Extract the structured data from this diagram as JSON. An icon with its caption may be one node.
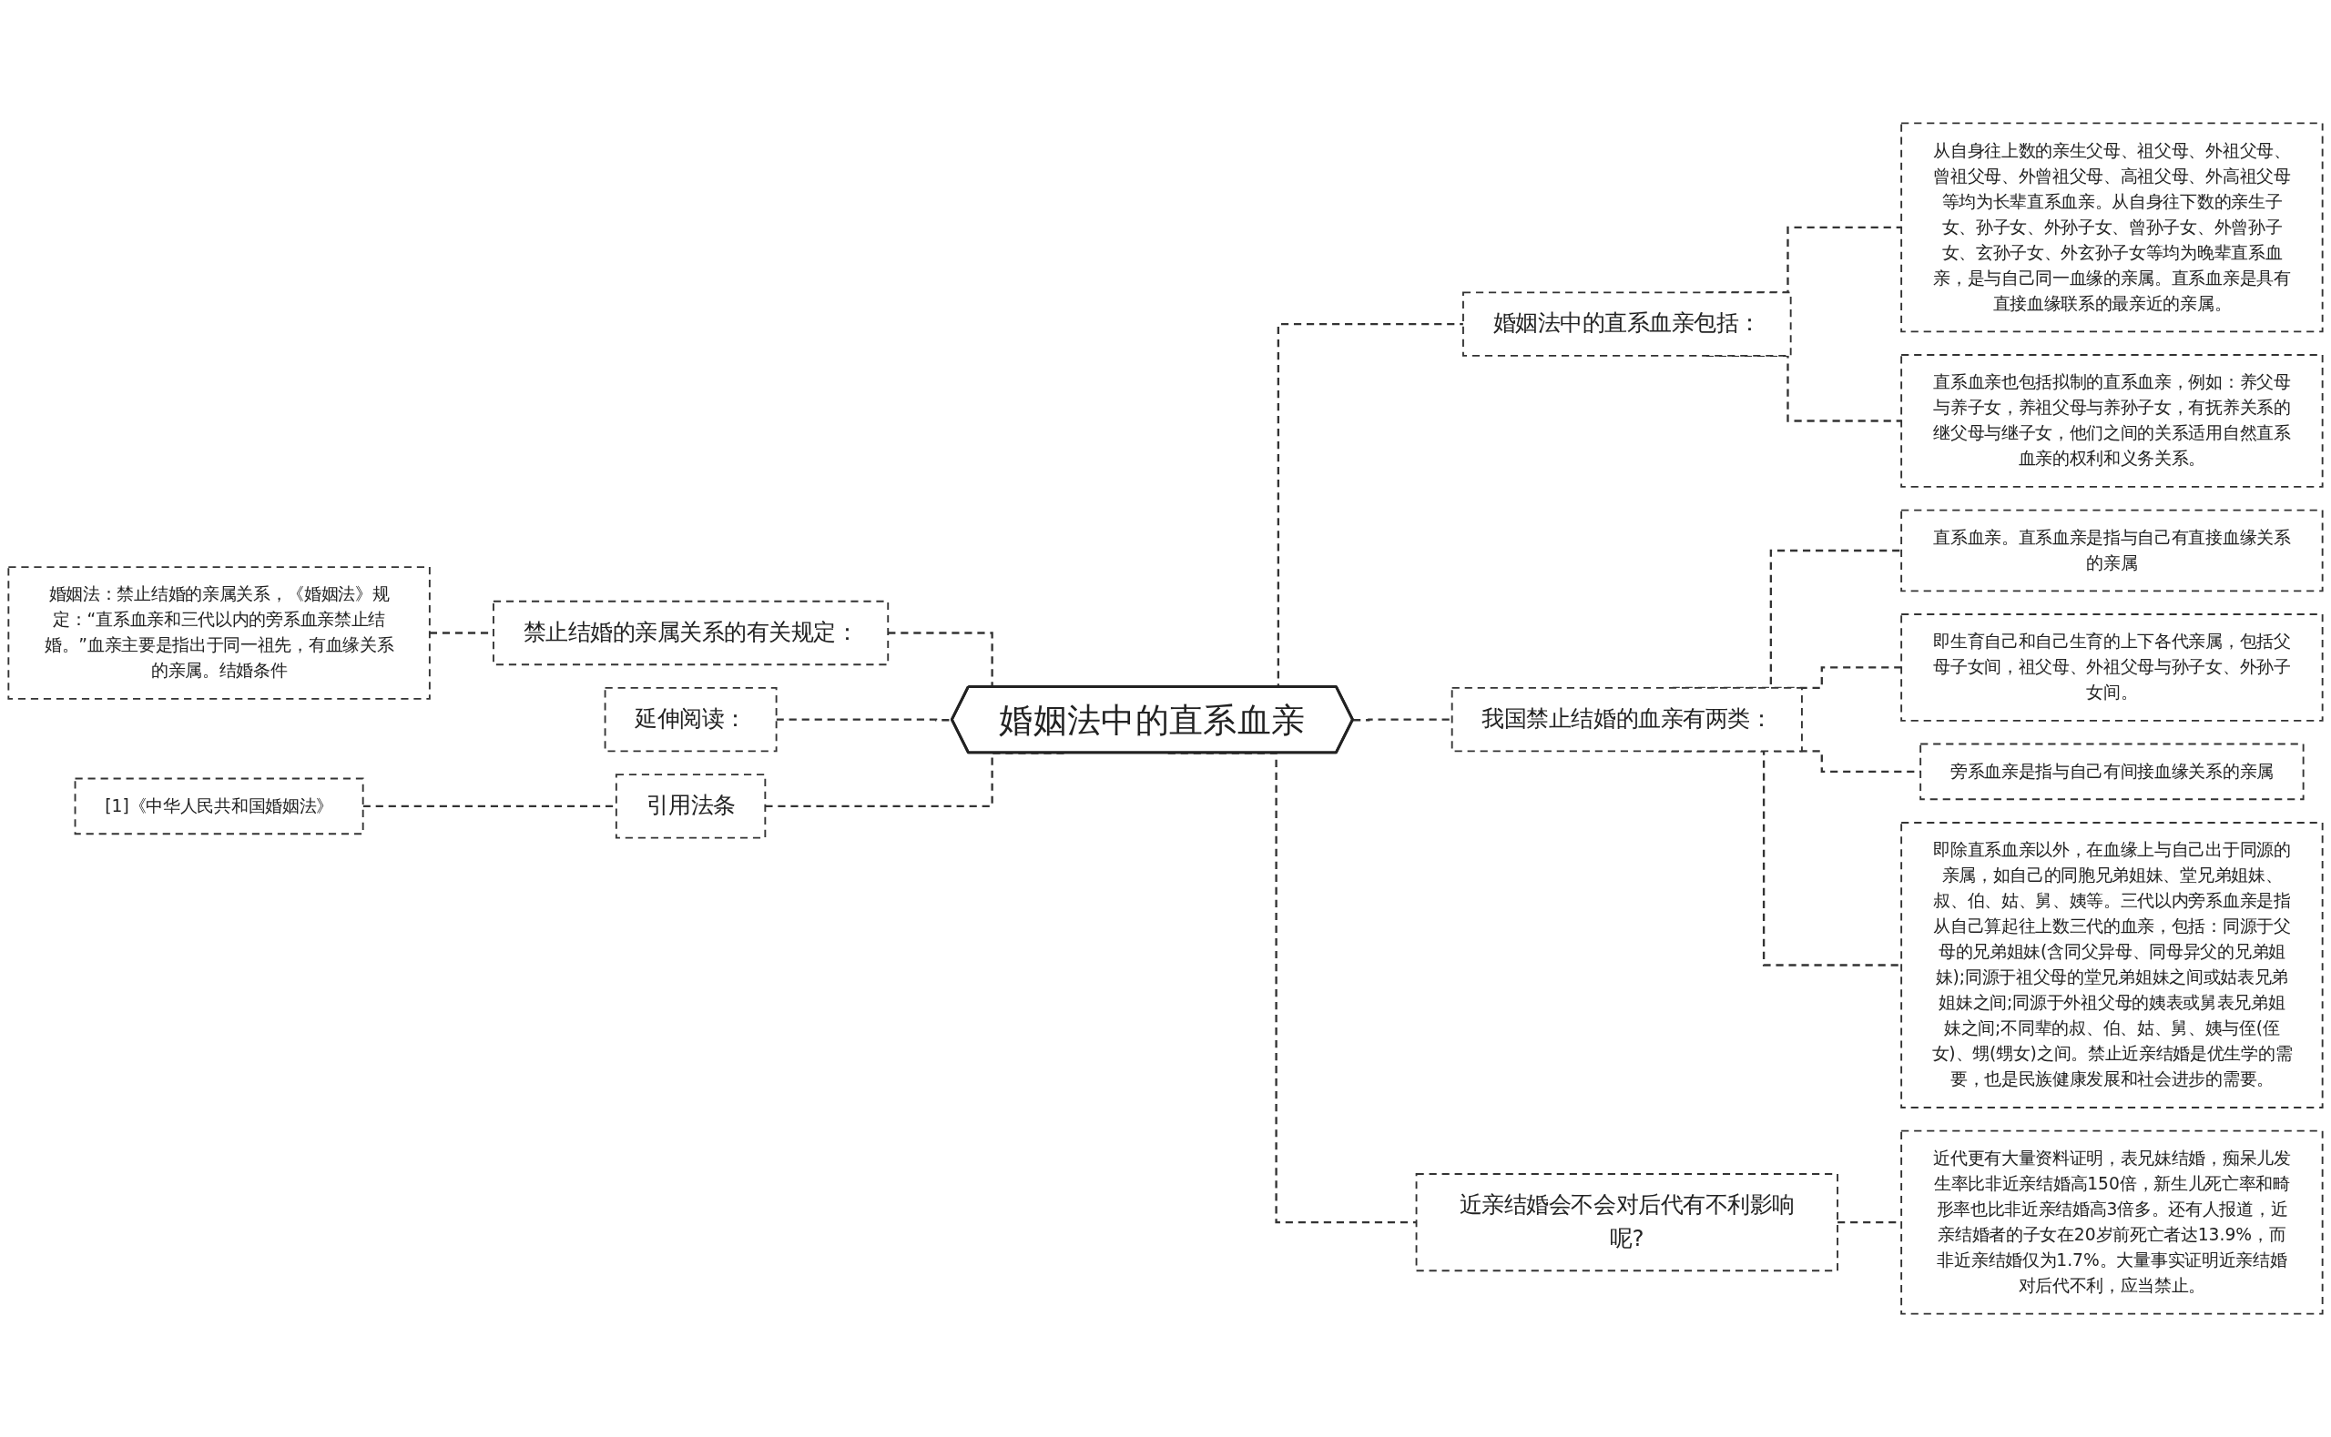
{
  "diagram": {
    "nodes": [
      {
        "text": [
          "婚姻法中的直系血亲"
        ]
      },
      {
        "text": [
          "婚姻法中的直系血亲包括："
        ]
      },
      {
        "text": [
          "从自身往上数的亲生父母、祖父母、外祖父母、曾祖父母、外曾祖父母、高祖父母、外高祖父母等均为长辈直系血亲。从自身往下数的亲生子女、孙子女、外孙子女、曾孙子女、外曾孙子女、玄孙子女、外玄孙子女等均为晚辈直系血亲，是与自己同一血缘的亲属。直系血亲是具有直接血缘联系的最亲近的亲属。"
        ]
      },
      {
        "text": [
          "直系血亲也包括拟制的直系血亲，例如：养父母与养子女，养祖父母与养孙子女，有抚养关系的继父母与继子女，他们之间的关系适用自然直系血亲的权利和义务关系。"
        ]
      },
      {
        "text": [
          "我国禁止结婚的血亲有两类："
        ]
      },
      {
        "text": [
          "直系血亲。直系血亲是指与自己有直接血缘关系的亲属"
        ]
      },
      {
        "text": [
          "即生育自己和自己生育的上下各代亲属，包括父母子女间，祖父母、外祖父母与孙子女、外孙子女间。"
        ]
      },
      {
        "text": [
          "旁系血亲是指与自己有间接血缘关系的亲属"
        ]
      },
      {
        "text": [
          "即除直系血亲以外，在血缘上与自己出于同源的亲属，如自己的同胞兄弟姐妹、堂兄弟姐妹、叔、伯、姑、舅、姨等。三代以内旁系血亲是指从自己算起往上数三代的血亲，包括：同源于父母的兄弟姐妹(含同父异母、同母异父的兄弟姐妹);同源于祖父母的堂兄弟姐妹之间或姑表兄弟姐妹之间;同源于外祖父母的姨表或舅表兄弟姐妹之间;不同辈的叔、伯、姑、舅、姨与侄(侄女)、甥(甥女)之间。禁止近亲结婚是优生学的需要，也是民族健康发展和社会进步的需要。"
        ]
      },
      {
        "text": [
          "近亲结婚会不会对后代有不利影响呢?"
        ]
      },
      {
        "text": [
          "近代更有大量资料证明，表兄妹结婚，痴呆儿发生率比非近亲结婚高150倍，新生儿死亡率和畸形率也比非近亲结婚高3倍多。还有人报道，近亲结婚者的子女在20岁前死亡者达13.9%，而非近亲结婚仅为1.7%。大量事实证明近亲结婚对后代不利，应当禁止。"
        ]
      },
      {
        "text": [
          "禁止结婚的亲属关系的有关规定："
        ]
      },
      {
        "text": [
          "婚姻法：禁止结婚的亲属关系，《婚姻法》规定：“直系血亲和三代以内的旁系血亲禁止结婚。”血亲主要是指出于同一祖先，有血缘关系的亲属。结婚条件"
        ]
      },
      {
        "text": [
          "延伸阅读："
        ]
      },
      {
        "text": [
          "引用法条"
        ]
      },
      {
        "text": [
          "[1]《中华人民共和国婚姻法》"
        ]
      }
    ],
    "edges": [
      {
        "from": 0,
        "to": 1,
        "arrow": "none",
        "style": "dashed"
      },
      {
        "from": 1,
        "to": 2,
        "arrow": "none",
        "style": "dashed"
      },
      {
        "from": 1,
        "to": 3,
        "arrow": "none",
        "style": "dashed"
      },
      {
        "from": 0,
        "to": 4,
        "arrow": "none",
        "style": "dashed"
      },
      {
        "from": 4,
        "to": 5,
        "arrow": "none",
        "style": "dashed"
      },
      {
        "from": 4,
        "to": 6,
        "arrow": "none",
        "style": "dashed"
      },
      {
        "from": 4,
        "to": 7,
        "arrow": "none",
        "style": "dashed"
      },
      {
        "from": 4,
        "to": 8,
        "arrow": "none",
        "style": "dashed"
      },
      {
        "from": 0,
        "to": 9,
        "arrow": "none",
        "style": "dashed"
      },
      {
        "from": 9,
        "to": 10,
        "arrow": "none",
        "style": "dashed"
      },
      {
        "from": 11,
        "to": 0,
        "arrow": "none",
        "style": "dashed"
      },
      {
        "from": 12,
        "to": 11,
        "arrow": "none",
        "style": "dashed"
      },
      {
        "from": 13,
        "to": 0,
        "arrow": "none",
        "style": "dashed"
      },
      {
        "from": 14,
        "to": 0,
        "arrow": "none",
        "style": "dashed"
      },
      {
        "from": 15,
        "to": 14,
        "arrow": "none",
        "style": "dashed"
      }
    ]
  }
}
